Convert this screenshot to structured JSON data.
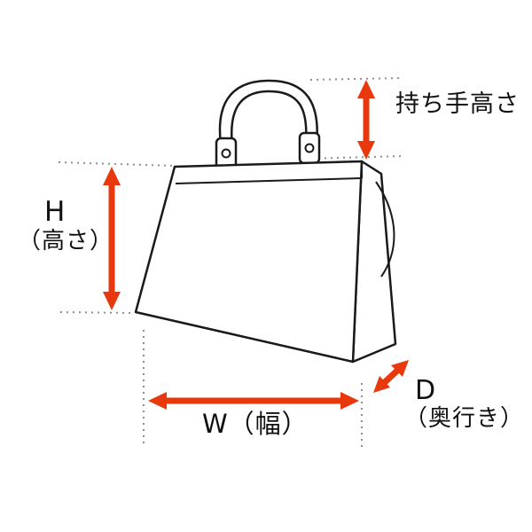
{
  "diagram": {
    "title": "bag-measurement-diagram",
    "labels": {
      "handle_height": "持ち手高さ",
      "height_letter": "H",
      "height_caption": "（高さ）",
      "width": "W（幅）",
      "depth_letter": "D",
      "depth_caption": "（奥行き）"
    },
    "colors": {
      "arrow": "#e8380d",
      "line": "#1a1a1a",
      "guide": "#8f8f8f"
    }
  }
}
